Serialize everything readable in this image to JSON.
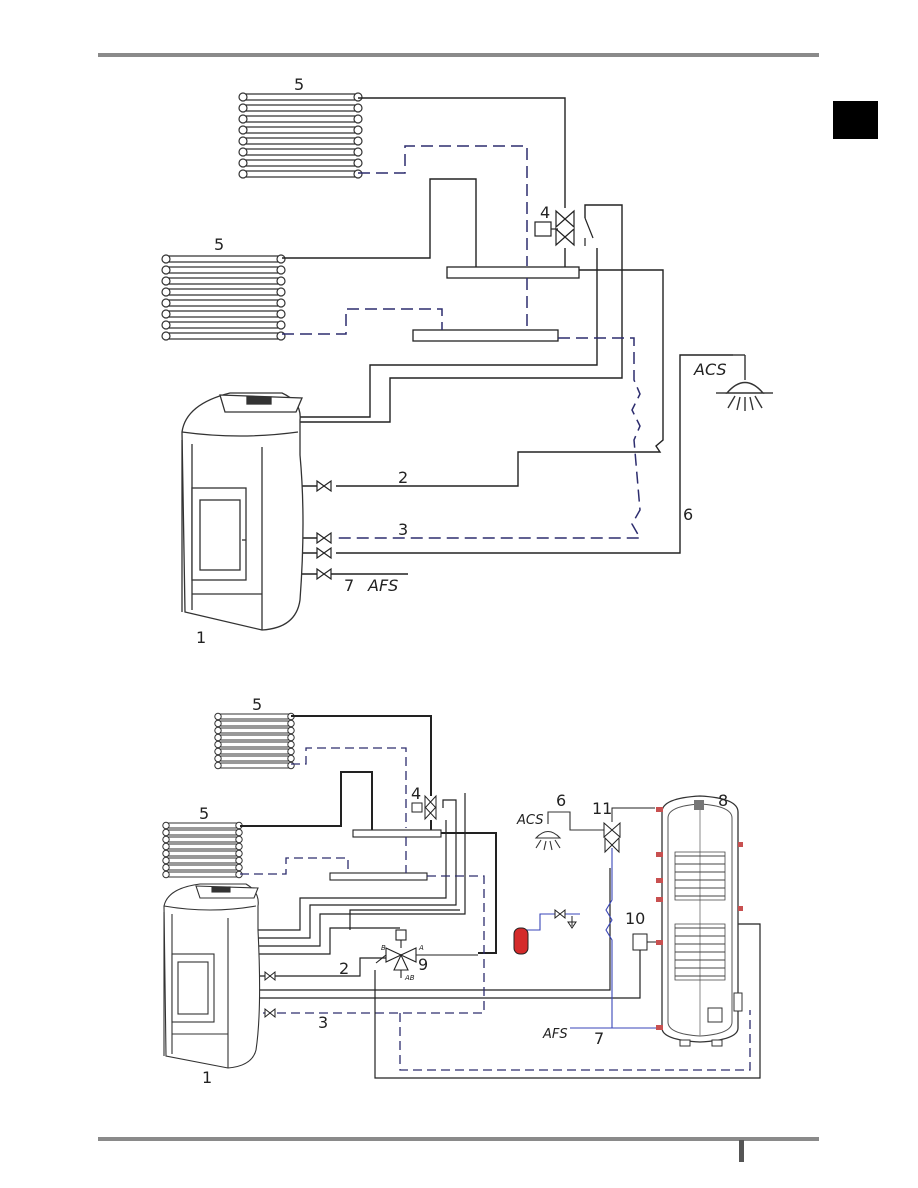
{
  "diagram1": {
    "labels": {
      "radiator_top": "5",
      "radiator_mid": "5",
      "valve": "4",
      "supply": "2",
      "return": "3",
      "hot_water_num": "6",
      "cold_water_num": "7",
      "cold_water_text": "AFS",
      "hot_water_text": "ACS",
      "stove": "1"
    }
  },
  "diagram2": {
    "labels": {
      "radiator_top": "5",
      "radiator_mid": "5",
      "valve": "4",
      "hot_water_num": "6",
      "hot_water_text": "ACS",
      "mixing_valve_top": "11",
      "tank": "8",
      "pump": "10",
      "three_way_valve": "9",
      "port_a": "A",
      "port_b": "B",
      "port_ab": "AB",
      "supply": "2",
      "return": "3",
      "cold_water_text": "AFS",
      "cold_water_num": "7",
      "stove": "1"
    }
  },
  "colors": {
    "pipe": "#222222",
    "dashed_return": "#2d2d6e",
    "water_blue": "#3a46b8",
    "expansion_tank": "#d42a2a",
    "tab": "#000000",
    "rule": "#8a8a8a"
  }
}
